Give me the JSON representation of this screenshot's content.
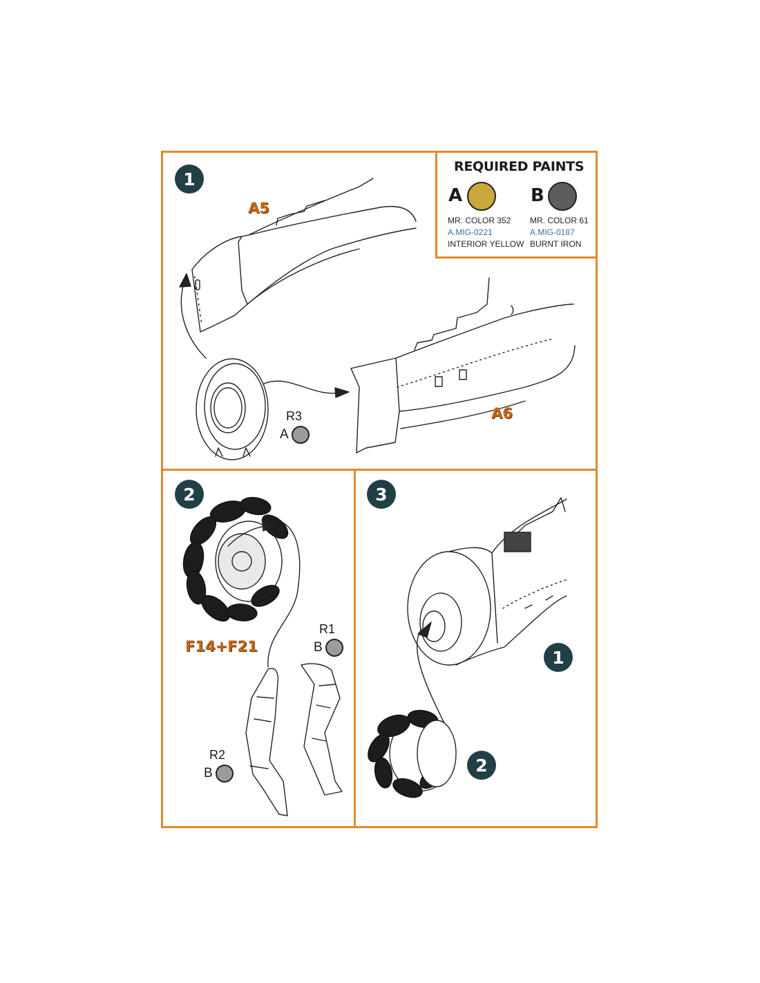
{
  "required_paints": {
    "title": "REQUIRED PAINTS",
    "paints": [
      {
        "letter": "A",
        "brand": "MR. COLOR 352",
        "code": "A.MIG-0221",
        "name": "INTERIOR YELLOW",
        "color": "#c9a93a"
      },
      {
        "letter": "B",
        "brand": "MR. COLOR 61",
        "code": "A.MIG-0187",
        "name": "BURNT IRON",
        "color": "#5d5d5d"
      }
    ]
  },
  "steps": [
    {
      "number": "1",
      "parts": [
        "A5",
        "A6"
      ],
      "refs": [
        {
          "part": "R3",
          "paint": "A"
        }
      ]
    },
    {
      "number": "2",
      "parts": [
        "F14+F21"
      ],
      "refs": [
        {
          "part": "R1",
          "paint": "B"
        },
        {
          "part": "R2",
          "paint": "B"
        }
      ]
    },
    {
      "number": "3",
      "sub_steps": [
        "1",
        "2"
      ]
    }
  ],
  "colors": {
    "frame": "#e08a2c",
    "badge": "#223f47",
    "label": "#c46a1a"
  }
}
